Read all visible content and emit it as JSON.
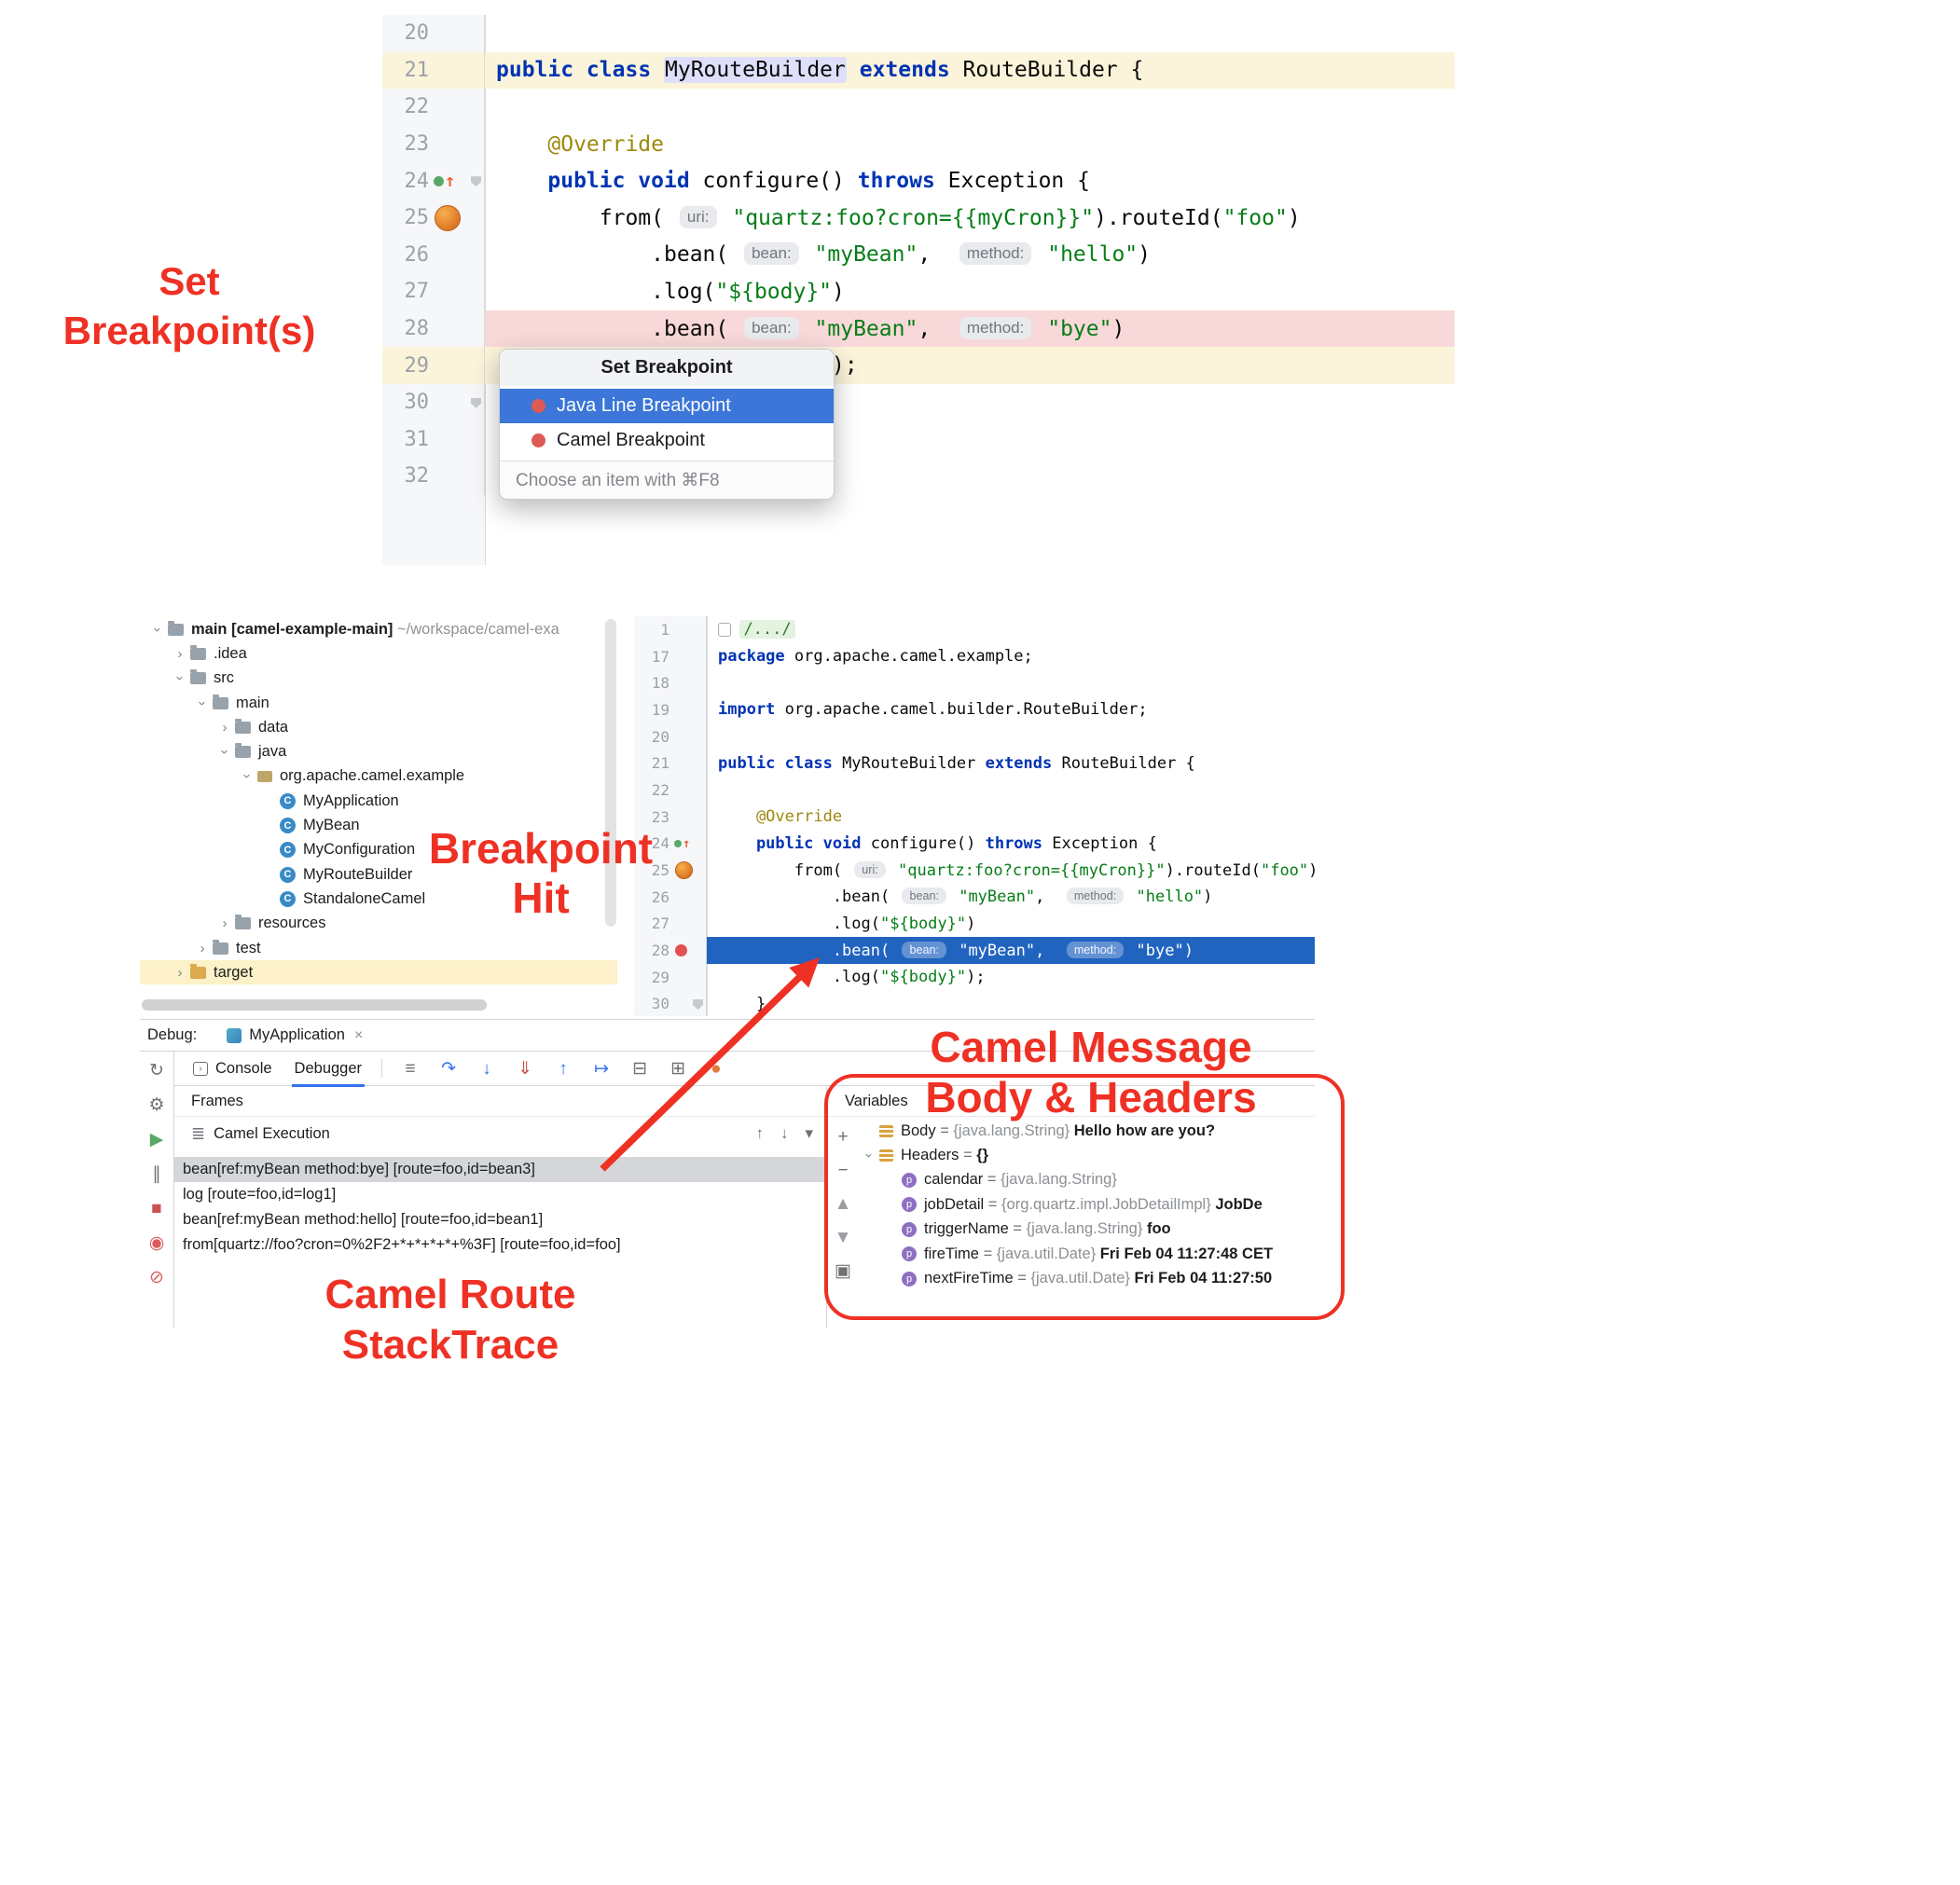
{
  "colors": {
    "annotation_red": "#ee3124",
    "exec_line_blue": "#2164c0",
    "breakpoint_line_pink": "#f8d8d8",
    "current_line_cream": "#fbf4da",
    "selection_blue": "#3b76d8",
    "breakpoint_red": "#dd5a55",
    "keyword_blue": "#0033b3",
    "string_green": "#067d17"
  },
  "icons": {
    "close": "×",
    "chevron": "›",
    "caret": "▾",
    "arrow_up": "↑",
    "arrow_down": "↓",
    "threads": "≣",
    "param_letter": "p",
    "class_letter": "C"
  },
  "annotations": {
    "set_line1": "Set",
    "set_line2": "Breakpoint(s)",
    "hit_line1": "Breakpoint",
    "hit_line2": "Hit",
    "msg_line1": "Camel Message",
    "msg_line2": "Body & Headers",
    "stack_line1": "Camel Route",
    "stack_line2": "StackTrace"
  },
  "popup": {
    "title": "Set Breakpoint",
    "items": [
      {
        "label": "Java Line Breakpoint",
        "selected": true
      },
      {
        "label": "Camel Breakpoint",
        "selected": false
      }
    ],
    "footer": "Choose an item with ⌘F8"
  },
  "top_editor": {
    "lines": [
      {
        "num": "20",
        "tokens": []
      },
      {
        "num": "21",
        "hl": "cur",
        "tokens": [
          {
            "t": "public class ",
            "c": "k"
          },
          {
            "t": "MyRouteBuilder",
            "c": "ih"
          },
          {
            "t": " ",
            "c": "p"
          },
          {
            "t": "extends",
            "c": "k"
          },
          {
            "t": " RouteBuilder {",
            "c": "p"
          }
        ]
      },
      {
        "num": "22",
        "tokens": []
      },
      {
        "num": "23",
        "ind": 4,
        "tokens": [
          {
            "t": "@Override",
            "c": "a"
          }
        ]
      },
      {
        "num": "24",
        "ind": 4,
        "g": [
          "override",
          "tag"
        ],
        "tokens": [
          {
            "t": "public void ",
            "c": "k"
          },
          {
            "t": "configure() ",
            "c": "p"
          },
          {
            "t": "throws",
            "c": "k"
          },
          {
            "t": " Exception {",
            "c": "p"
          }
        ]
      },
      {
        "num": "25",
        "ind": 8,
        "g": [
          "camel"
        ],
        "tokens": [
          {
            "t": "from( ",
            "c": "p"
          },
          {
            "t": "uri:",
            "c": "c"
          },
          {
            "t": " ",
            "c": "p"
          },
          {
            "t": "\"quartz:foo?cron={{myCron}}\"",
            "c": "s"
          },
          {
            "t": ").routeId(",
            "c": "p"
          },
          {
            "t": "\"foo\"",
            "c": "s"
          },
          {
            "t": ")",
            "c": "p"
          }
        ]
      },
      {
        "num": "26",
        "ind": 12,
        "tokens": [
          {
            "t": ".bean( ",
            "c": "p"
          },
          {
            "t": "bean:",
            "c": "c"
          },
          {
            "t": " ",
            "c": "p"
          },
          {
            "t": "\"myBean\"",
            "c": "s"
          },
          {
            "t": ",  ",
            "c": "p"
          },
          {
            "t": "method:",
            "c": "c"
          },
          {
            "t": " ",
            "c": "p"
          },
          {
            "t": "\"hello\"",
            "c": "s"
          },
          {
            "t": ")",
            "c": "p"
          }
        ]
      },
      {
        "num": "27",
        "ind": 12,
        "tokens": [
          {
            "t": ".log(",
            "c": "p"
          },
          {
            "t": "\"${body}\"",
            "c": "s"
          },
          {
            "t": ")",
            "c": "p"
          }
        ]
      },
      {
        "num": "28",
        "ind": 12,
        "hl": "bp",
        "tokens": [
          {
            "t": ".bean( ",
            "c": "p"
          },
          {
            "t": "bean:",
            "c": "c"
          },
          {
            "t": " ",
            "c": "p"
          },
          {
            "t": "\"myBean\"",
            "c": "s"
          },
          {
            "t": ",  ",
            "c": "p"
          },
          {
            "t": "method:",
            "c": "c"
          },
          {
            "t": " ",
            "c": "p"
          },
          {
            "t": "\"bye\"",
            "c": "s"
          },
          {
            "t": ")",
            "c": "p"
          }
        ]
      },
      {
        "num": "29",
        "ind": 12,
        "hl": "cur",
        "tokens": [
          {
            "t": ".log(",
            "c": "p"
          },
          {
            "t": "\"${body}\"",
            "c": "s"
          },
          {
            "t": ");",
            "c": "p"
          }
        ]
      },
      {
        "num": "30",
        "ind": 4,
        "g": [
          "tag"
        ],
        "tokens": [
          {
            "t": "}",
            "c": "p"
          }
        ]
      },
      {
        "num": "31",
        "tokens": []
      },
      {
        "num": "32",
        "tokens": []
      }
    ]
  },
  "bottom_editor": {
    "lines": [
      {
        "num": "1",
        "tokens": [
          {
            "t": "",
            "c": "fb"
          },
          {
            "t": "/.../",
            "c": "f"
          }
        ]
      },
      {
        "num": "17",
        "tokens": [
          {
            "t": "package ",
            "c": "k"
          },
          {
            "t": "org.apache.camel.example;",
            "c": "p"
          }
        ]
      },
      {
        "num": "18",
        "tokens": []
      },
      {
        "num": "19",
        "tokens": [
          {
            "t": "import ",
            "c": "k"
          },
          {
            "t": "org.apache.camel.builder.RouteBuilder;",
            "c": "p"
          }
        ]
      },
      {
        "num": "20",
        "tokens": []
      },
      {
        "num": "21",
        "tokens": [
          {
            "t": "public class ",
            "c": "k"
          },
          {
            "t": "MyRouteBuilder ",
            "c": "p"
          },
          {
            "t": "extends",
            "c": "k"
          },
          {
            "t": " RouteBuilder {",
            "c": "p"
          }
        ]
      },
      {
        "num": "22",
        "tokens": []
      },
      {
        "num": "23",
        "ind": 4,
        "tokens": [
          {
            "t": "@Override",
            "c": "a"
          }
        ]
      },
      {
        "num": "24",
        "ind": 4,
        "g": [
          "override"
        ],
        "tokens": [
          {
            "t": "public void ",
            "c": "k"
          },
          {
            "t": "configure() ",
            "c": "p"
          },
          {
            "t": "throws",
            "c": "k"
          },
          {
            "t": " Exception {",
            "c": "p"
          }
        ]
      },
      {
        "num": "25",
        "ind": 8,
        "g": [
          "camel"
        ],
        "tokens": [
          {
            "t": "from( ",
            "c": "p"
          },
          {
            "t": "uri:",
            "c": "c"
          },
          {
            "t": " ",
            "c": "p"
          },
          {
            "t": "\"quartz:foo?cron={{myCron}}\"",
            "c": "s"
          },
          {
            "t": ").routeId(",
            "c": "p"
          },
          {
            "t": "\"foo\"",
            "c": "s"
          },
          {
            "t": ")",
            "c": "p"
          }
        ]
      },
      {
        "num": "26",
        "ind": 12,
        "tokens": [
          {
            "t": ".bean( ",
            "c": "p"
          },
          {
            "t": "bean:",
            "c": "c"
          },
          {
            "t": " ",
            "c": "p"
          },
          {
            "t": "\"myBean\"",
            "c": "s"
          },
          {
            "t": ",  ",
            "c": "p"
          },
          {
            "t": "method:",
            "c": "c"
          },
          {
            "t": " ",
            "c": "p"
          },
          {
            "t": "\"hello\"",
            "c": "s"
          },
          {
            "t": ")",
            "c": "p"
          }
        ]
      },
      {
        "num": "27",
        "ind": 12,
        "tokens": [
          {
            "t": ".log(",
            "c": "p"
          },
          {
            "t": "\"${body}\"",
            "c": "s"
          },
          {
            "t": ")",
            "c": "p"
          }
        ]
      },
      {
        "num": "28",
        "ind": 12,
        "hl": "exec",
        "g": [
          "bp"
        ],
        "tokens": [
          {
            "t": ".bean( ",
            "c": "p"
          },
          {
            "t": "bean:",
            "c": "c"
          },
          {
            "t": " ",
            "c": "p"
          },
          {
            "t": "\"myBean\"",
            "c": "s"
          },
          {
            "t": ",  ",
            "c": "p"
          },
          {
            "t": "method:",
            "c": "c"
          },
          {
            "t": " ",
            "c": "p"
          },
          {
            "t": "\"bye\"",
            "c": "s"
          },
          {
            "t": ")",
            "c": "p"
          }
        ]
      },
      {
        "num": "29",
        "ind": 12,
        "tokens": [
          {
            "t": ".log(",
            "c": "p"
          },
          {
            "t": "\"${body}\"",
            "c": "s"
          },
          {
            "t": ");",
            "c": "p"
          }
        ]
      },
      {
        "num": "30",
        "ind": 4,
        "g": [
          "tag"
        ],
        "tokens": [
          {
            "t": "}",
            "c": "p"
          }
        ]
      }
    ]
  },
  "project_tree": {
    "rows": [
      {
        "ind": 0,
        "chev": "o",
        "icon": "folder",
        "label": "main",
        "label2": "[camel-example-main]",
        "path": " ~/workspace/camel-exa",
        "bold": true
      },
      {
        "ind": 1,
        "chev": "c",
        "icon": "folder",
        "label": ".idea"
      },
      {
        "ind": 1,
        "chev": "o",
        "icon": "folder",
        "label": "src"
      },
      {
        "ind": 2,
        "chev": "o",
        "icon": "folder",
        "label": "main"
      },
      {
        "ind": 3,
        "chev": "c",
        "icon": "folder",
        "label": "data"
      },
      {
        "ind": 3,
        "chev": "o",
        "icon": "folder",
        "label": "java"
      },
      {
        "ind": 4,
        "chev": "o",
        "icon": "pkg",
        "label": "org.apache.camel.example"
      },
      {
        "ind": 5,
        "chev": "n",
        "icon": "class",
        "label": "MyApplication"
      },
      {
        "ind": 5,
        "chev": "n",
        "icon": "class",
        "label": "MyBean"
      },
      {
        "ind": 5,
        "chev": "n",
        "icon": "class",
        "label": "MyConfiguration"
      },
      {
        "ind": 5,
        "chev": "n",
        "icon": "class",
        "label": "MyRouteBuilder"
      },
      {
        "ind": 5,
        "chev": "n",
        "icon": "class",
        "label": "StandaloneCamel"
      },
      {
        "ind": 3,
        "chev": "c",
        "icon": "folder",
        "label": "resources"
      },
      {
        "ind": 2,
        "chev": "c",
        "icon": "folder",
        "label": "test"
      },
      {
        "ind": 1,
        "chev": "c",
        "icon": "folder-target",
        "label": "target",
        "hl": true
      }
    ]
  },
  "debug": {
    "label": "Debug:",
    "tab_title": "MyApplication",
    "tabs": [
      {
        "label": "Console"
      },
      {
        "label": "Debugger",
        "selected": true
      }
    ],
    "frames_header": "Frames",
    "thread": "Camel Execution",
    "frames": [
      {
        "text": "bean[ref:myBean method:bye] [route=foo,id=bean3]",
        "sel": true
      },
      {
        "text": "log [route=foo,id=log1]"
      },
      {
        "text": "bean[ref:myBean method:hello] [route=foo,id=bean1]"
      },
      {
        "text": "from[quartz://foo?cron=0%2F2+*+*+*+*+%3F] [route=foo,id=foo]"
      }
    ],
    "variables_header": "Variables",
    "variables": [
      {
        "ind": 0,
        "icon": "val",
        "name": "Body",
        "type": "{java.lang.String}",
        "value": "Hello how are you?"
      },
      {
        "ind": 0,
        "chev": "o",
        "icon": "val",
        "name": "Headers",
        "type": "",
        "value": "{}"
      },
      {
        "ind": 1,
        "icon": "p",
        "name": "calendar",
        "type": "{java.lang.String}",
        "value": ""
      },
      {
        "ind": 1,
        "icon": "p",
        "name": "jobDetail",
        "type": "{org.quartz.impl.JobDetailImpl}",
        "value": "JobDe"
      },
      {
        "ind": 1,
        "icon": "p",
        "name": "triggerName",
        "type": "{java.lang.String}",
        "value": "foo"
      },
      {
        "ind": 1,
        "icon": "p",
        "name": "fireTime",
        "type": "{java.util.Date}",
        "value": "Fri Feb 04 11:27:48 CET"
      },
      {
        "ind": 1,
        "icon": "p",
        "name": "nextFireTime",
        "type": "{java.util.Date}",
        "value": "Fri Feb 04 11:27:50"
      }
    ]
  },
  "toolbars": {
    "left": [
      {
        "name": "rerun-button",
        "glyph": "↻",
        "color": "#6e7074"
      },
      {
        "name": "settings-button",
        "glyph": "⚙",
        "color": "#6e7074"
      },
      {
        "name": "resume-button",
        "glyph": "▶",
        "color": "#59a869"
      },
      {
        "name": "pause-button",
        "glyph": "∥",
        "color": "#6e7074"
      },
      {
        "name": "stop-button",
        "glyph": "■",
        "color": "#c75450"
      },
      {
        "name": "view-breakpoints-button",
        "glyph": "◉",
        "color": "#db5c5c"
      },
      {
        "name": "mute-breakpoints-button",
        "glyph": "⊘",
        "color": "#db5c5c"
      }
    ],
    "debugger": [
      {
        "name": "restore-layout-button",
        "glyph": "≡",
        "color": "#6e7074"
      },
      {
        "name": "step-over-button",
        "glyph": "↷",
        "color": "#3574f0"
      },
      {
        "name": "step-into-button",
        "glyph": "↓",
        "color": "#3574f0"
      },
      {
        "name": "force-step-into-button",
        "glyph": "⇓",
        "color": "#c75450"
      },
      {
        "name": "step-out-button",
        "glyph": "↑",
        "color": "#3574f0"
      },
      {
        "name": "run-to-cursor-button",
        "glyph": "↦",
        "color": "#3574f0"
      },
      {
        "name": "evaluate-expression-button",
        "glyph": "⊟",
        "color": "#6e7074"
      },
      {
        "name": "view-breakpoints-grid-button",
        "glyph": "⊞",
        "color": "#6e7074"
      },
      {
        "name": "camel-debugger-button",
        "glyph": "●",
        "color": "#e07b39"
      }
    ],
    "vars_strip": [
      {
        "name": "add-watch-button",
        "glyph": "+",
        "color": "#6e7074"
      },
      {
        "name": "remove-watch-button",
        "glyph": "−",
        "color": "#6e7074"
      },
      {
        "name": "move-up-button",
        "glyph": "▲",
        "color": "#9a9da1"
      },
      {
        "name": "move-down-button",
        "glyph": "▼",
        "color": "#9a9da1"
      },
      {
        "name": "copy-value-button",
        "glyph": "▣",
        "color": "#6e7074"
      }
    ]
  }
}
